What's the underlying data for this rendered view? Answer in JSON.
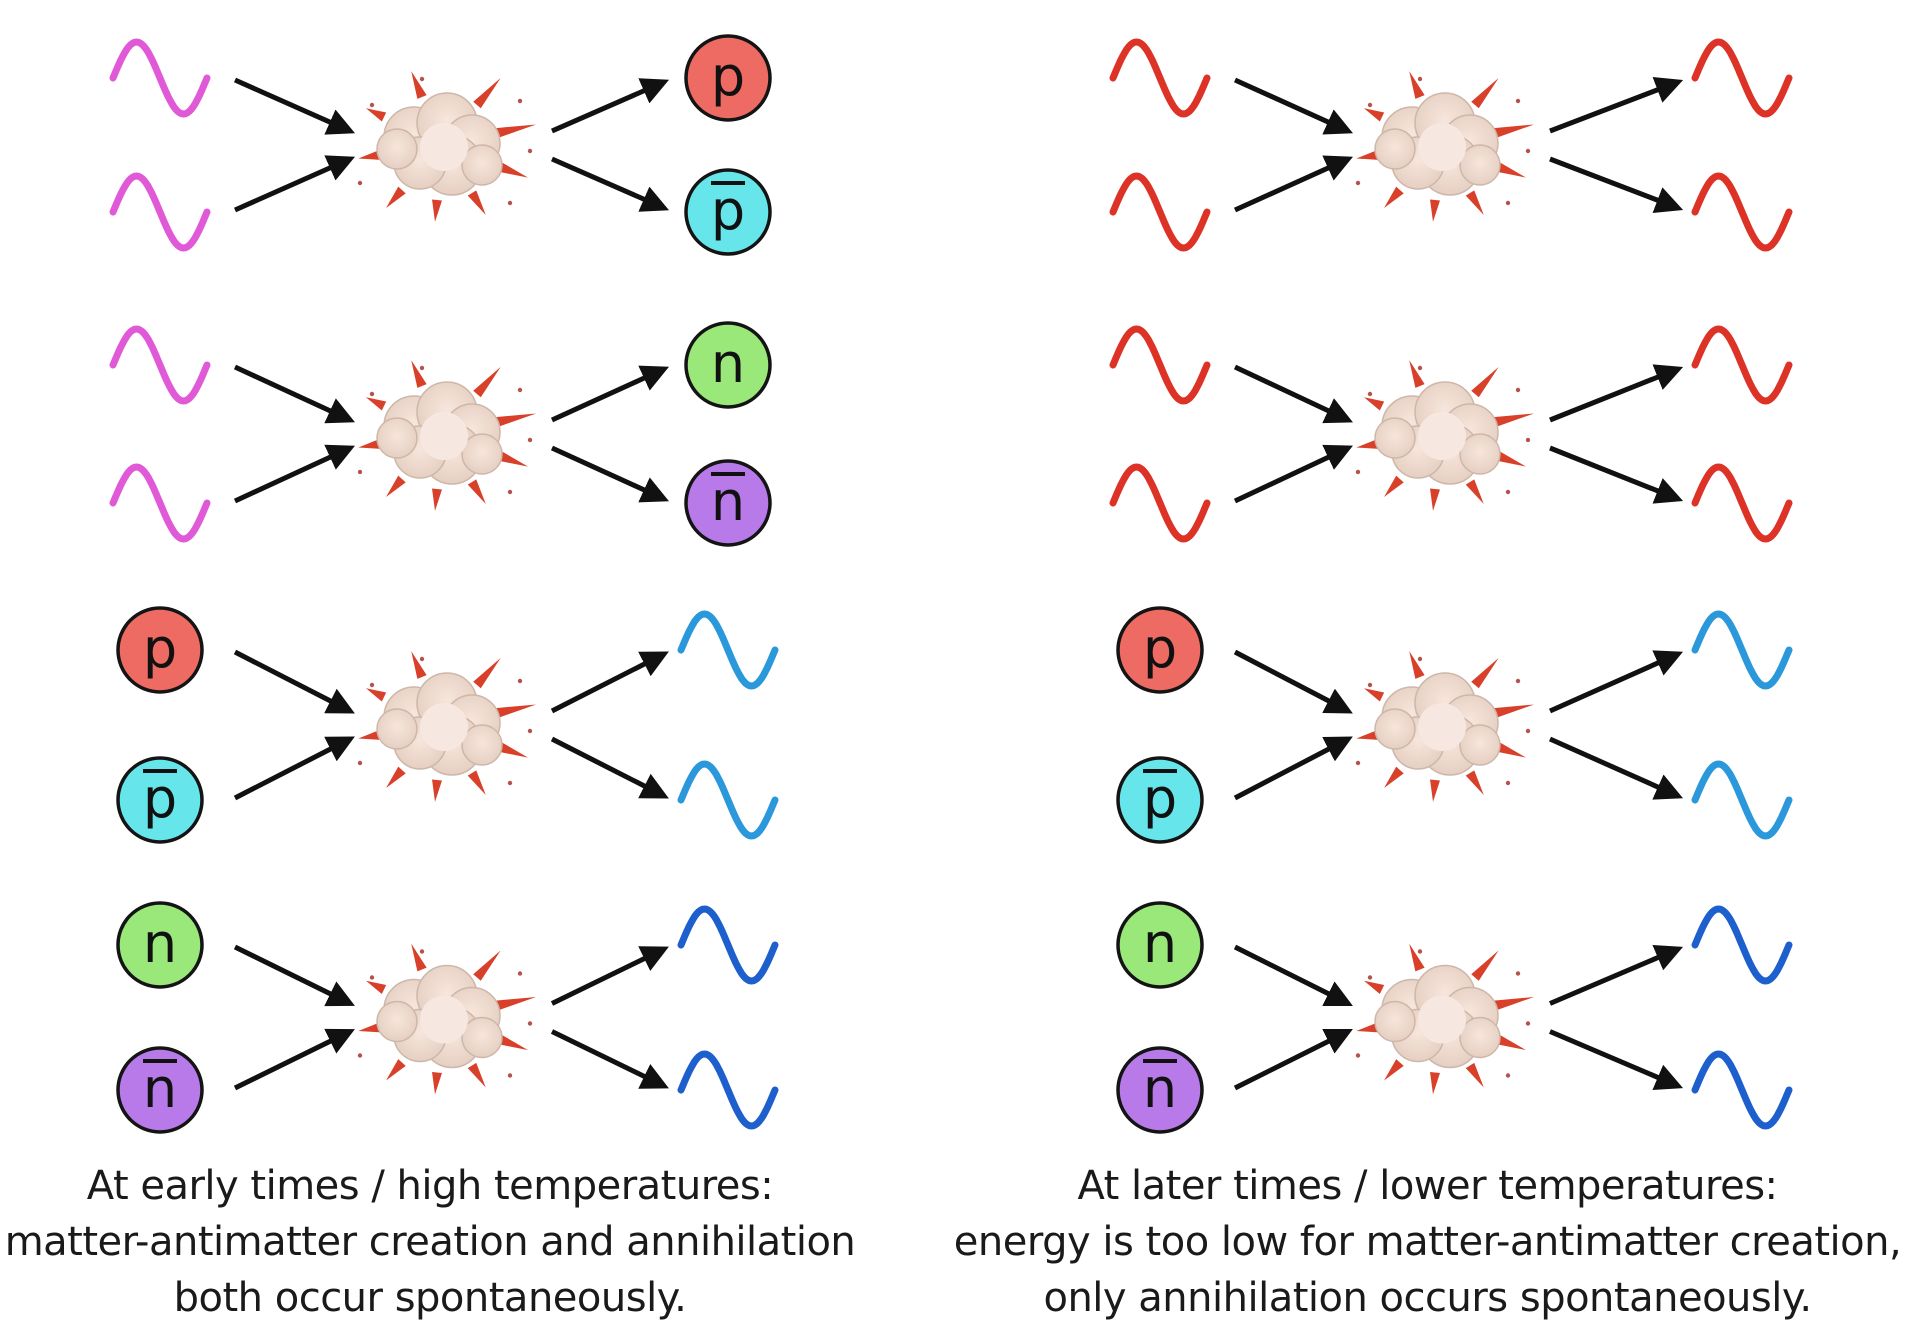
{
  "colors": {
    "photon_high_energy": "#e05ad8",
    "photon_low_energy": "#dd3226",
    "photon_gamma_light": "#2a98da",
    "photon_gamma_dark": "#1d5fcc",
    "proton": "#ee6b64",
    "antiproton": "#66e6ea",
    "neutron": "#9ae87a",
    "antineutron": "#b87ae8",
    "arrow": "#111111"
  },
  "particles": {
    "proton": "p",
    "antiproton": "p",
    "neutron": "n",
    "antineutron": "n"
  },
  "panels": [
    {
      "id": "left",
      "reactions": [
        {
          "inputs": [
            "photon-high",
            "photon-high"
          ],
          "outputs": [
            "proton",
            "antiproton"
          ]
        },
        {
          "inputs": [
            "photon-high",
            "photon-high"
          ],
          "outputs": [
            "neutron",
            "antineutron"
          ]
        },
        {
          "inputs": [
            "proton",
            "antiproton"
          ],
          "outputs": [
            "photon-gamma-light",
            "photon-gamma-light"
          ]
        },
        {
          "inputs": [
            "neutron",
            "antineutron"
          ],
          "outputs": [
            "photon-gamma-dark",
            "photon-gamma-dark"
          ]
        }
      ],
      "caption": [
        "At early times / high temperatures:",
        "matter-antimatter creation and annihilation",
        "both occur spontaneously."
      ]
    },
    {
      "id": "right",
      "reactions": [
        {
          "inputs": [
            "photon-low",
            "photon-low"
          ],
          "outputs": [
            "photon-low",
            "photon-low"
          ]
        },
        {
          "inputs": [
            "photon-low",
            "photon-low"
          ],
          "outputs": [
            "photon-low",
            "photon-low"
          ]
        },
        {
          "inputs": [
            "proton",
            "antiproton"
          ],
          "outputs": [
            "photon-gamma-light",
            "photon-gamma-light"
          ]
        },
        {
          "inputs": [
            "neutron",
            "antineutron"
          ],
          "outputs": [
            "photon-gamma-dark",
            "photon-gamma-dark"
          ]
        }
      ],
      "caption": [
        "At later times / lower temperatures:",
        "energy is too low for matter-antimatter creation,",
        "only annihilation occurs spontaneously."
      ]
    }
  ]
}
